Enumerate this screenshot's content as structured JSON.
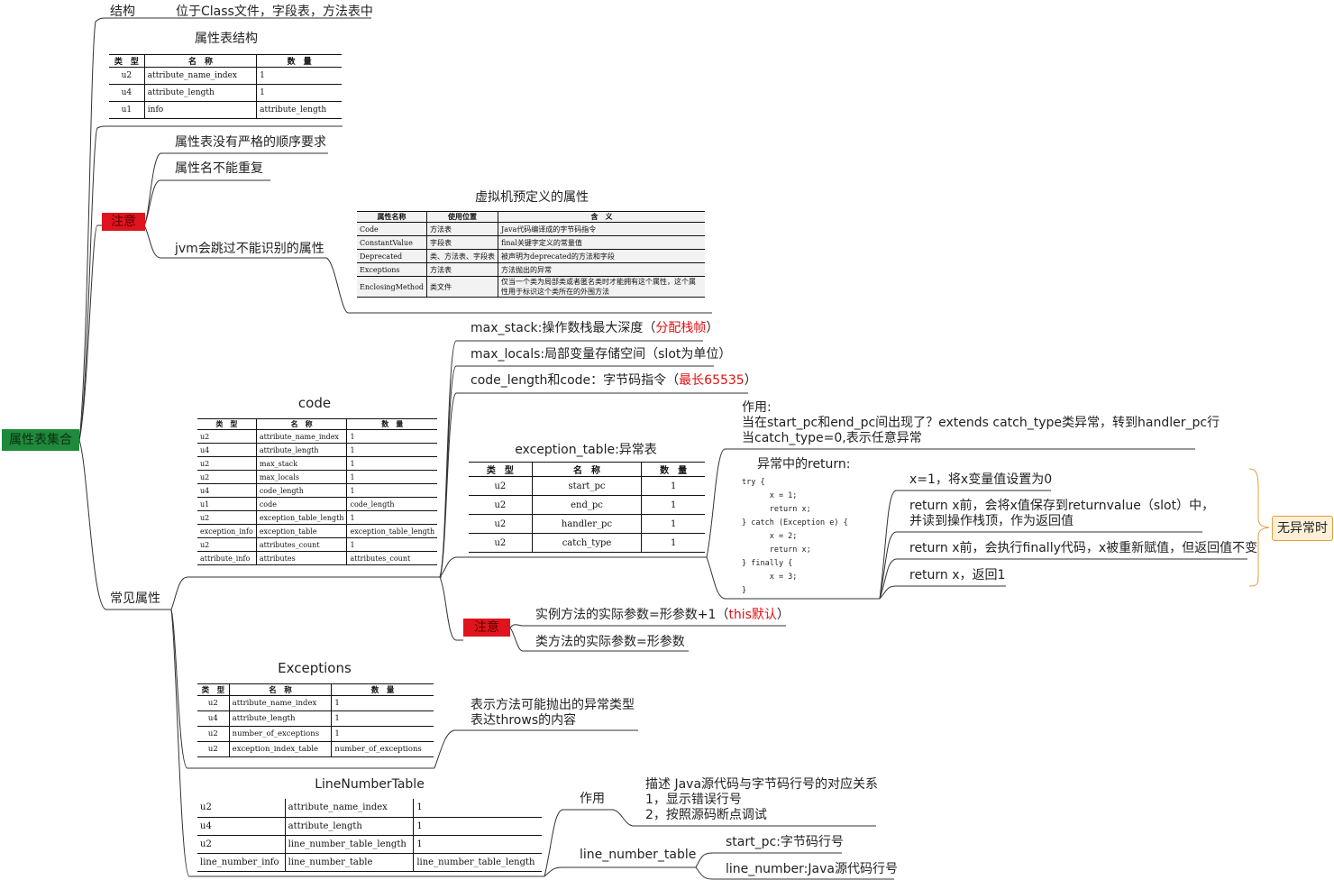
{
  "root": {
    "label": "属性表集合"
  },
  "struct": {
    "label": "结构",
    "desc": "位于Class文件，字段表，方法表中",
    "table_title": "属性表结构",
    "table": {
      "headers": [
        "类　型",
        "名　称",
        "数　量"
      ],
      "rows": [
        [
          "u2",
          "attribute_name_index",
          "1"
        ],
        [
          "u4",
          "attribute_length",
          "1"
        ],
        [
          "u1",
          "info",
          "attribute_length"
        ]
      ]
    }
  },
  "notes": {
    "tag": "注意",
    "items": [
      "属性表没有严格的顺序要求",
      "属性名不能重复",
      "jvm会跳过不能识别的属性"
    ],
    "predef_title": "虚拟机预定义的属性",
    "predef_table": {
      "headers": [
        "属性名称",
        "使用位置",
        "含　义"
      ],
      "rows": [
        [
          "Code",
          "方法表",
          "Java代码编译成的字节码指令"
        ],
        [
          "ConstantValue",
          "字段表",
          "final关键字定义的常量值"
        ],
        [
          "Deprecated",
          "类、方法表、字段表",
          "被声明为deprecated的方法和字段"
        ],
        [
          "Exceptions",
          "方法表",
          "方法抛出的异常"
        ],
        [
          "EnclosingMethod",
          "类文件",
          "仅当一个类为局部类或者匿名类时才能拥有这个属性，这个属性用于标识这个类所在的外围方法"
        ]
      ]
    }
  },
  "common": {
    "label": "常见属性",
    "code": {
      "title": "code",
      "table": {
        "headers": [
          "类　型",
          "名　称",
          "数　量"
        ],
        "rows": [
          [
            "u2",
            "attribute_name_index",
            "1"
          ],
          [
            "u4",
            "attribute_length",
            "1"
          ],
          [
            "u2",
            "max_stack",
            "1"
          ],
          [
            "u2",
            "max_locals",
            "1"
          ],
          [
            "u4",
            "code_length",
            "1"
          ],
          [
            "u1",
            "code",
            "code_length"
          ],
          [
            "u2",
            "exception_table_length",
            "1"
          ],
          [
            "exception_info",
            "exception_table",
            "exception_table_length"
          ],
          [
            "u2",
            "attributes_count",
            "1"
          ],
          [
            "attribute_info",
            "attributes",
            "attributes_count"
          ]
        ]
      },
      "max_stack": {
        "text": "max_stack:操作数栈最大深度（",
        "highlight": "分配栈帧",
        "end": "）"
      },
      "max_locals": "max_locals:局部变量存储空间（slot为单位）",
      "code_length": {
        "text": "code_length和code：字节码指令（",
        "highlight": "最长65535",
        "end": "）"
      },
      "exception_table": {
        "title": "exception_table:异常表",
        "table": {
          "headers": [
            "类　型",
            "名　称",
            "数　量"
          ],
          "rows": [
            [
              "u2",
              "start_pc",
              "1"
            ],
            [
              "u2",
              "end_pc",
              "1"
            ],
            [
              "u2",
              "handler_pc",
              "1"
            ],
            [
              "u2",
              "catch_type",
              "1"
            ]
          ]
        },
        "usage": [
          "作用:",
          "当在start_pc和end_pc间出现了？extends catch_type类异常，转到handler_pc行",
          "当catch_type=0,表示任意异常"
        ],
        "return_title": "异常中的return:",
        "code_sample": "try {\n      x = 1;\n      return x;\n} catch (Exception e) {\n      x = 2;\n      return x;\n} finally {\n      x = 3;\n}",
        "steps": [
          "x=1，将x变量值设置为0",
          "return x前，会将x值保存到returnvalue（slot）中，",
          "并读到操作栈顶，作为返回值",
          "return x前，会执行finally代码，x被重新赋值，但返回值不变",
          "return x，返回1"
        ],
        "no_exception": "无异常时"
      },
      "note_tag": "注意",
      "note1": {
        "text": "实例方法的实际参数=形参数+1（",
        "highlight": "this默认",
        "end": "）"
      },
      "note2": "类方法的实际参数=形参数"
    },
    "exceptions": {
      "title": "Exceptions",
      "table": {
        "headers": [
          "类　型",
          "名　称",
          "数　量"
        ],
        "rows": [
          [
            "u2",
            "attribute_name_index",
            "1"
          ],
          [
            "u4",
            "attribute_length",
            "1"
          ],
          [
            "u2",
            "number_of_exceptions",
            "1"
          ],
          [
            "u2",
            "exception_index_table",
            "number_of_exceptions"
          ]
        ]
      },
      "desc": [
        "表示方法可能抛出的异常类型",
        "表达throws的内容"
      ]
    },
    "lnt": {
      "title": "LineNumberTable",
      "table": {
        "rows": [
          [
            "u2",
            "attribute_name_index",
            "1"
          ],
          [
            "u4",
            "attribute_length",
            "1"
          ],
          [
            "u2",
            "line_number_table_length",
            "1"
          ],
          [
            "line_number_info",
            "line_number_table",
            "line_number_table_length"
          ]
        ]
      },
      "usage_label": "作用",
      "usage": [
        "描述 Java源代码与字节码行号的对应关系",
        "1，显示错误行号",
        "2，按照源码断点调试"
      ],
      "table_label": "line_number_table",
      "start_pc": "start_pc:字节码行号",
      "line_number": "line_number:Java源代码行号"
    }
  },
  "colors": {
    "root": "#1f8a3b",
    "note_tag": "#e0141e",
    "highlight": "#e01010",
    "orange_border": "#e0a040",
    "orange_fill": "#fdf0d7",
    "branch": "#333333"
  }
}
